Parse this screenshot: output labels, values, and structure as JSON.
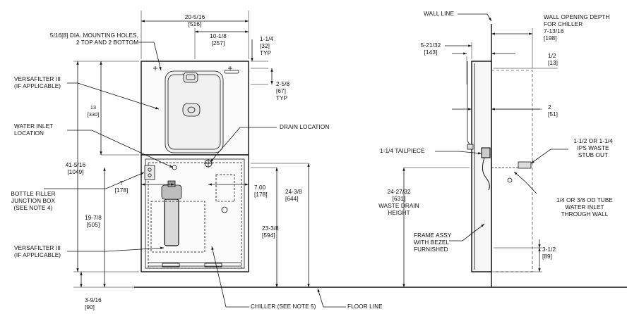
{
  "front_view": {
    "overall_width": {
      "imperial": "20-5/16",
      "metric": "[516]"
    },
    "bottle_filler_width": {
      "imperial": "10-1/8",
      "metric": "[257]"
    },
    "top_offset": {
      "imperial": "1-1/4",
      "metric": "[32]",
      "note": "TYP"
    },
    "side_offset": {
      "imperial": "2-5/8",
      "metric": "[67]",
      "note": "TYP"
    },
    "mounting_holes": {
      "line1": "5/16[8] DIA. MOUNTING HOLES,",
      "line2": "2 TOP AND 2 BOTTOM"
    },
    "versafilter_upper": {
      "line1": "VERSAFILTER III",
      "line2": "(IF APPLICABLE)"
    },
    "bottle_filler_height": {
      "imperial": "13",
      "metric": "[330]"
    },
    "water_inlet": {
      "line1": "WATER INLET",
      "line2": "LOCATION"
    },
    "drain_location": "DRAIN LOCATION",
    "overall_height": {
      "imperial": "41-5/16",
      "metric": "[1049]"
    },
    "junction_box": {
      "line1": "BOTTLE FILLER",
      "line2": "JUNCTION BOX",
      "line3": "(SEE NOTE 4)"
    },
    "inlet_offset_left": {
      "imperial": "7",
      "metric": "[178]"
    },
    "inlet_offset_right": {
      "imperial": "7.00",
      "metric": "[178]"
    },
    "height_to_top_cabinet": {
      "imperial": "24-3/8",
      "metric": "[644]"
    },
    "height_to_drain": {
      "imperial": "23-3/8",
      "metric": "[594]"
    },
    "height_to_inlet": {
      "imperial": "19-7/8",
      "metric": "[505]"
    },
    "versafilter_lower": {
      "line1": "VERSAFILTER III",
      "line2": "(IF APPLICABLE)"
    },
    "floor_clearance": {
      "imperial": "3-9/16",
      "metric": "[90]"
    },
    "chiller": "CHILLER (SEE NOTE 5)",
    "floor_line": "FLOOR LINE"
  },
  "side_view": {
    "wall_line": "WALL LINE",
    "wall_opening": {
      "line1": "WALL OPENING DEPTH",
      "line2": "FOR CHILLER",
      "imperial": "7-13/16",
      "metric": "[198]"
    },
    "depth_top": {
      "imperial": "5-21/32",
      "metric": "[143]"
    },
    "offset_half": {
      "imperial": "1/2",
      "metric": "[13]"
    },
    "offset_two": {
      "imperial": "2",
      "metric": "[51]"
    },
    "tailpiece": "1-1/4 TAILPIECE",
    "waste_stub": {
      "line1": "1-1/2 OR 1-1/4",
      "line2": "IPS WASTE",
      "line3": "STUB OUT"
    },
    "waste_drain_height": {
      "imperial": "24-27/32",
      "metric": "[631]",
      "line1": "WASTE DRAIN",
      "line2": "HEIGHT"
    },
    "water_tube": {
      "line1": "1/4 OR 3/8 OD TUBE",
      "line2": "WATER INLET",
      "line3": "THROUGH WALL"
    },
    "frame_assy": {
      "line1": "FRAME ASSY",
      "line2": "WITH BEZEL",
      "line3": "FURNISHED"
    },
    "bottom_offset": {
      "imperial": "3-1/2",
      "metric": "[89]"
    }
  }
}
